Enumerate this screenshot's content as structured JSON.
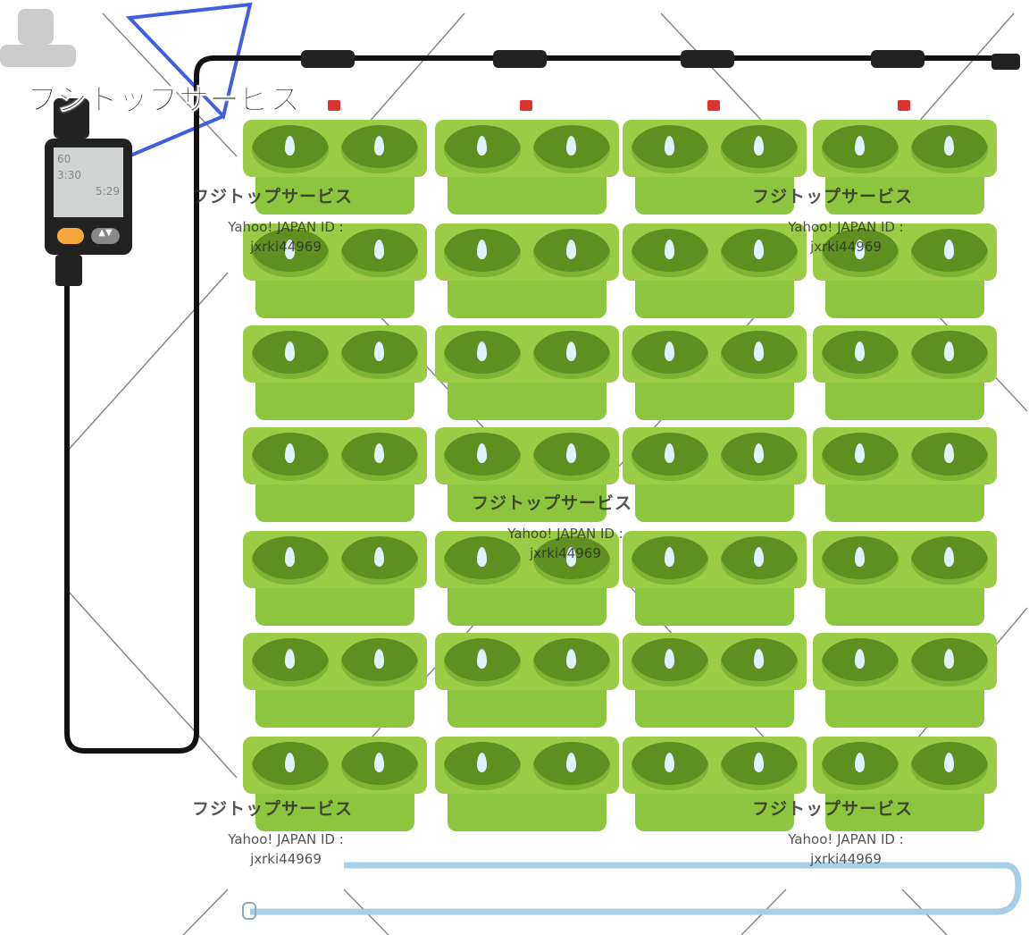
{
  "watermark": {
    "brand": "フジトップサービス",
    "id_label": "Yahoo! JAPAN ID :",
    "id_value": "jxrki44969"
  },
  "timer": {
    "display": [
      "60",
      "3:30",
      "5:29"
    ]
  },
  "planter": {
    "columns": 4,
    "rows": 7,
    "colors": {
      "green": "#8cc63f",
      "dark": "#5e8f21"
    }
  },
  "colors": {
    "tube": "#111111",
    "drain": "#a9cfe8",
    "logo_blue": "#3f5fe0"
  }
}
